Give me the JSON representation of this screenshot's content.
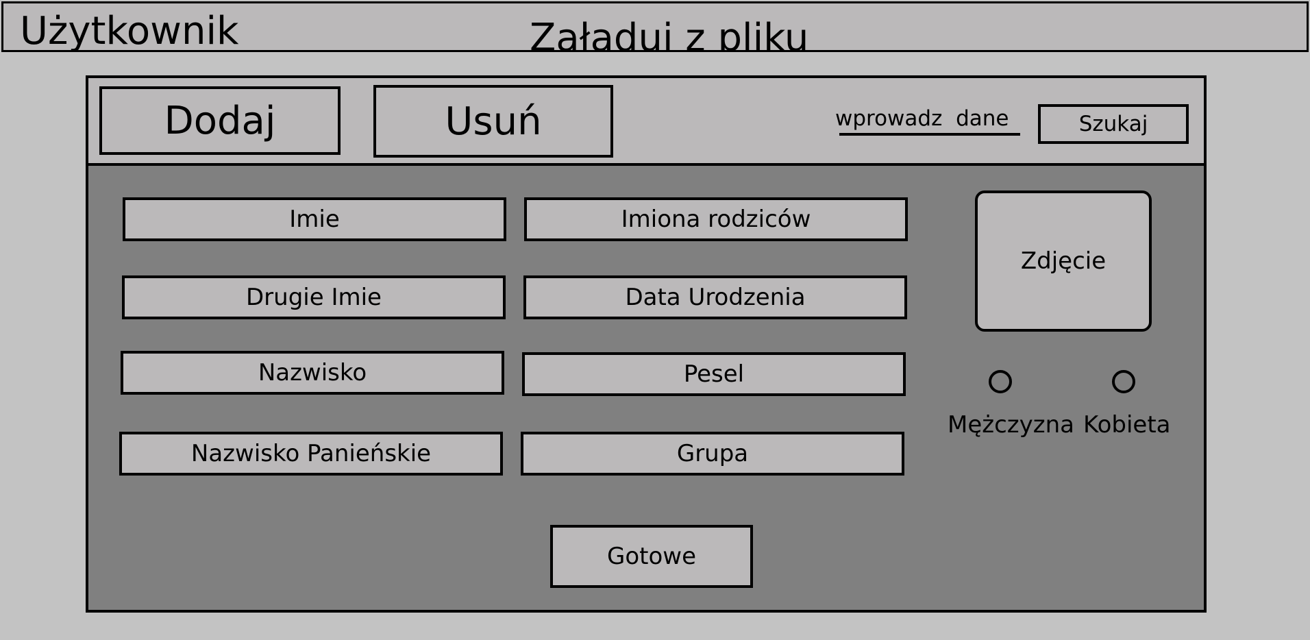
{
  "header": {
    "user_label": "Użytkownik",
    "load_from_file": "Załadui z pliku"
  },
  "toolbar": {
    "add_label": "Dodaj",
    "delete_label": "Usuń",
    "search_placeholder": "wprowadz  dane",
    "search_button": "Szukaj"
  },
  "form": {
    "fields_left": [
      "Imie",
      "Drugie Imie",
      "Nazwisko",
      "Nazwisko Panieńskie"
    ],
    "fields_right": [
      "Imiona rodziców",
      "Data Urodzenia",
      "Pesel",
      "Grupa"
    ],
    "photo_label": "Zdjęcie",
    "gender": {
      "male": "Mężczyzna",
      "female": "Kobieta"
    },
    "submit_label": "Gotowe"
  },
  "colors": {
    "page_background": "#c3c3c3",
    "control_fill": "#bbb9ba",
    "form_area": "#808080",
    "border": "#000000"
  }
}
